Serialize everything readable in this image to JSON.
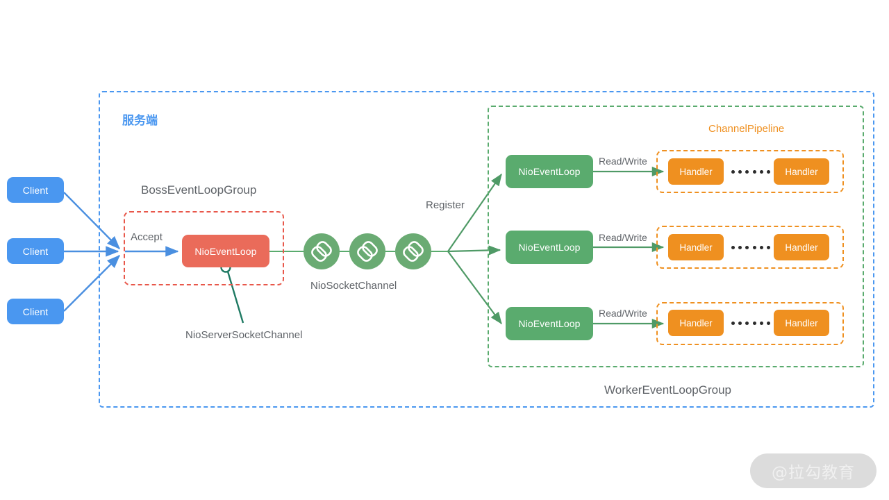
{
  "diagram": {
    "title_server": "服务端",
    "watermark": "@拉勾教育",
    "containers": {
      "server_label": "服务端",
      "boss_group_label": "BossEventLoopGroup",
      "worker_group_label": "WorkerEventLoopGroup",
      "pipeline_label": "ChannelPipeline"
    },
    "clients": [
      {
        "label": "Client"
      },
      {
        "label": "Client"
      },
      {
        "label": "Client"
      }
    ],
    "boss": {
      "eventloop_label": "NioEventLoop",
      "accept_label": "Accept",
      "callout_label": "NioServerSocketChannel"
    },
    "channels": {
      "label": "NioSocketChannel",
      "icon": "chain-link-icon",
      "count": 3,
      "register_label": "Register"
    },
    "worker_rows": [
      {
        "eventloop_label": "NioEventLoop",
        "arrow_label": "Read/Write",
        "handler_left": "Handler",
        "handler_right": "Handler",
        "ellipsis_dots": 6
      },
      {
        "eventloop_label": "NioEventLoop",
        "arrow_label": "Read/Write",
        "handler_left": "Handler",
        "handler_right": "Handler",
        "ellipsis_dots": 6
      },
      {
        "eventloop_label": "NioEventLoop",
        "arrow_label": "Read/Write",
        "handler_left": "Handler",
        "handler_right": "Handler",
        "ellipsis_dots": 6
      }
    ],
    "colors": {
      "client_blue": "#4a97f0",
      "server_border_blue": "#4a97f0",
      "boss_border_red": "#e8574a",
      "nio_boss_red": "#ea6b5a",
      "worker_green": "#5aab6e",
      "channel_icon_green": "#6aab73",
      "pipeline_orange": "#ef9020",
      "handler_orange": "#ef9020",
      "label_gray": "#5f6368",
      "callout_teal": "#1f7a63",
      "watermark_bg": "#dcdcdc"
    }
  }
}
